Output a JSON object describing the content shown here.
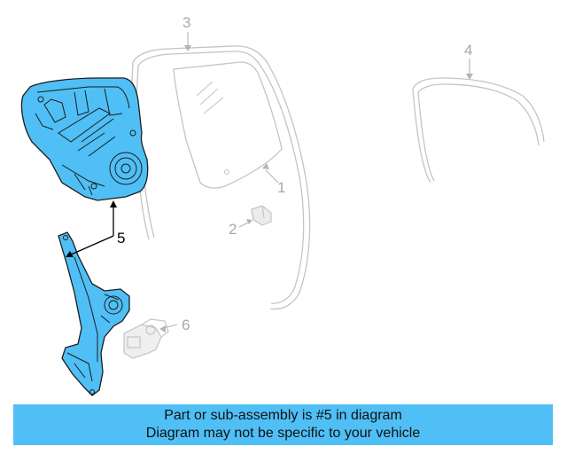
{
  "callouts": [
    {
      "number": "1",
      "highlighted": false
    },
    {
      "number": "2",
      "highlighted": false
    },
    {
      "number": "3",
      "highlighted": false
    },
    {
      "number": "4",
      "highlighted": false
    },
    {
      "number": "5",
      "highlighted": true
    },
    {
      "number": "6",
      "highlighted": false
    }
  ],
  "banner": {
    "line1": "Part or sub-assembly is #5 in diagram",
    "line2": "Diagram may not be specific to your vehicle"
  },
  "colors": {
    "highlight_fill": "#4fbff5",
    "faded_line": "#bdbdbd",
    "callout_faded": "#a8a8a8",
    "callout_active": "#000000",
    "banner_bg": "#4fbff5"
  }
}
